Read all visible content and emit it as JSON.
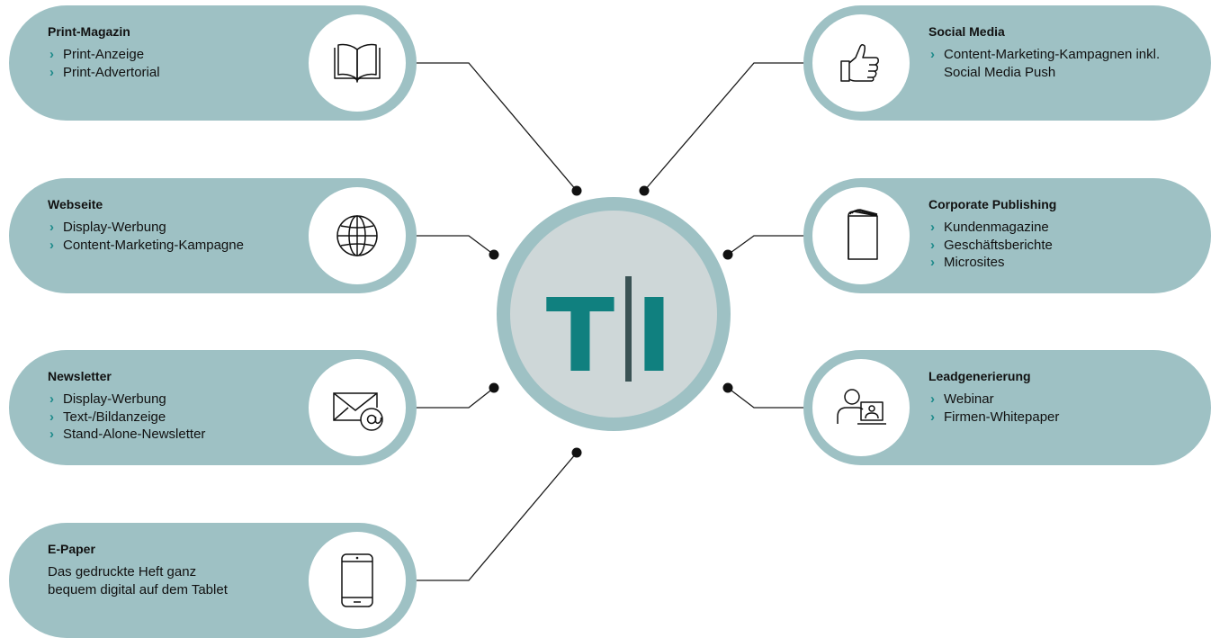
{
  "hub": {
    "logo_left": "T",
    "logo_right": "I",
    "colors": {
      "letters": "#10807f",
      "divider": "#3a5254",
      "ring": "#9ec1c4",
      "center": "#ced7d8"
    }
  },
  "card_color": "#9ec1c4",
  "cards": {
    "print_magazin": {
      "title": "Print-Magazin",
      "items": [
        "Print-Anzeige",
        "Print-Advertorial"
      ],
      "icon": "open-book-icon"
    },
    "webseite": {
      "title": "Webseite",
      "items": [
        "Display-Werbung",
        "Content-Marketing-Kampagne"
      ],
      "icon": "globe-icon"
    },
    "newsletter": {
      "title": "Newsletter",
      "items": [
        "Display-Werbung",
        "Text-/Bildanzeige",
        "Stand-Alone-Newsletter"
      ],
      "icon": "envelope-at-icon"
    },
    "e_paper": {
      "title": "E-Paper",
      "description_lines": [
        "Das gedruckte Heft ganz",
        "bequem digital auf dem Tablet"
      ],
      "icon": "smartphone-icon"
    },
    "social_media": {
      "title": "Social Media",
      "items": [
        "Content-Marketing-Kampagnen inkl. Social Media Push"
      ],
      "icon": "thumbs-up-icon"
    },
    "corporate_publishing": {
      "title": "Corporate Publishing",
      "items": [
        "Kundenmagazine",
        "Geschäftsberichte",
        "Microsites"
      ],
      "icon": "brochure-icon"
    },
    "leadgenerierung": {
      "title": "Leadgenerierung",
      "items": [
        "Webinar",
        "Firmen-Whitepaper"
      ],
      "icon": "presenter-screen-icon"
    }
  }
}
